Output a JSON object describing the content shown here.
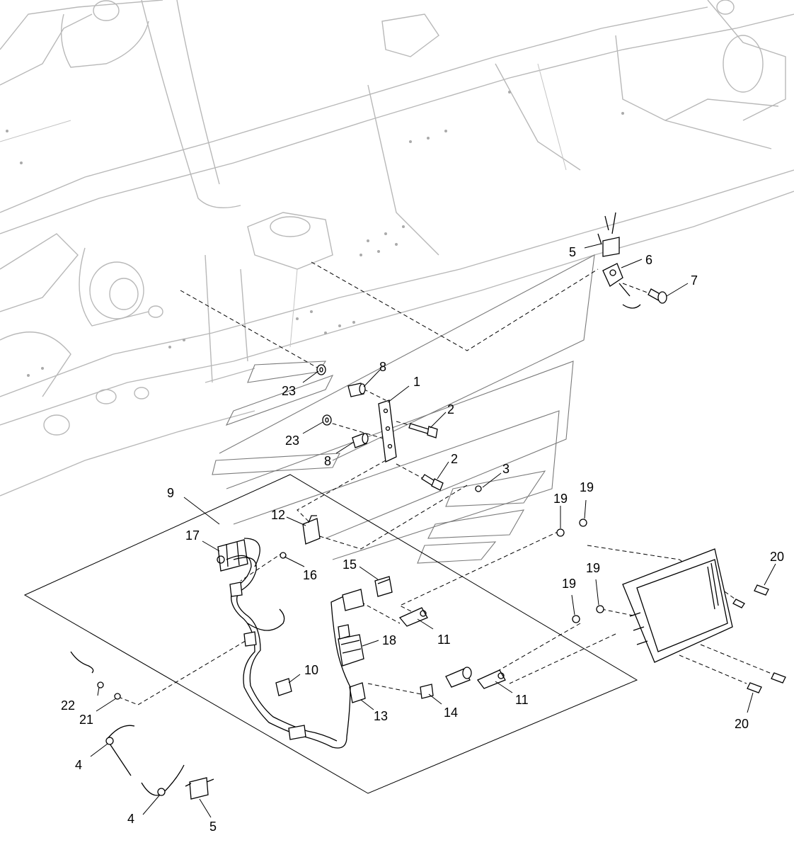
{
  "callouts": [
    {
      "label": "1"
    },
    {
      "label": "2"
    },
    {
      "label": "2"
    },
    {
      "label": "3"
    },
    {
      "label": "4"
    },
    {
      "label": "4"
    },
    {
      "label": "5"
    },
    {
      "label": "5"
    },
    {
      "label": "6"
    },
    {
      "label": "7"
    },
    {
      "label": "8"
    },
    {
      "label": "8"
    },
    {
      "label": "9"
    },
    {
      "label": "10"
    },
    {
      "label": "11"
    },
    {
      "label": "11"
    },
    {
      "label": "12"
    },
    {
      "label": "13"
    },
    {
      "label": "14"
    },
    {
      "label": "15"
    },
    {
      "label": "16"
    },
    {
      "label": "17"
    },
    {
      "label": "18"
    },
    {
      "label": "19"
    },
    {
      "label": "19"
    },
    {
      "label": "19"
    },
    {
      "label": "19"
    },
    {
      "label": "20"
    },
    {
      "label": "20"
    },
    {
      "label": "21"
    },
    {
      "label": "22"
    },
    {
      "label": "23"
    },
    {
      "label": "23"
    }
  ]
}
